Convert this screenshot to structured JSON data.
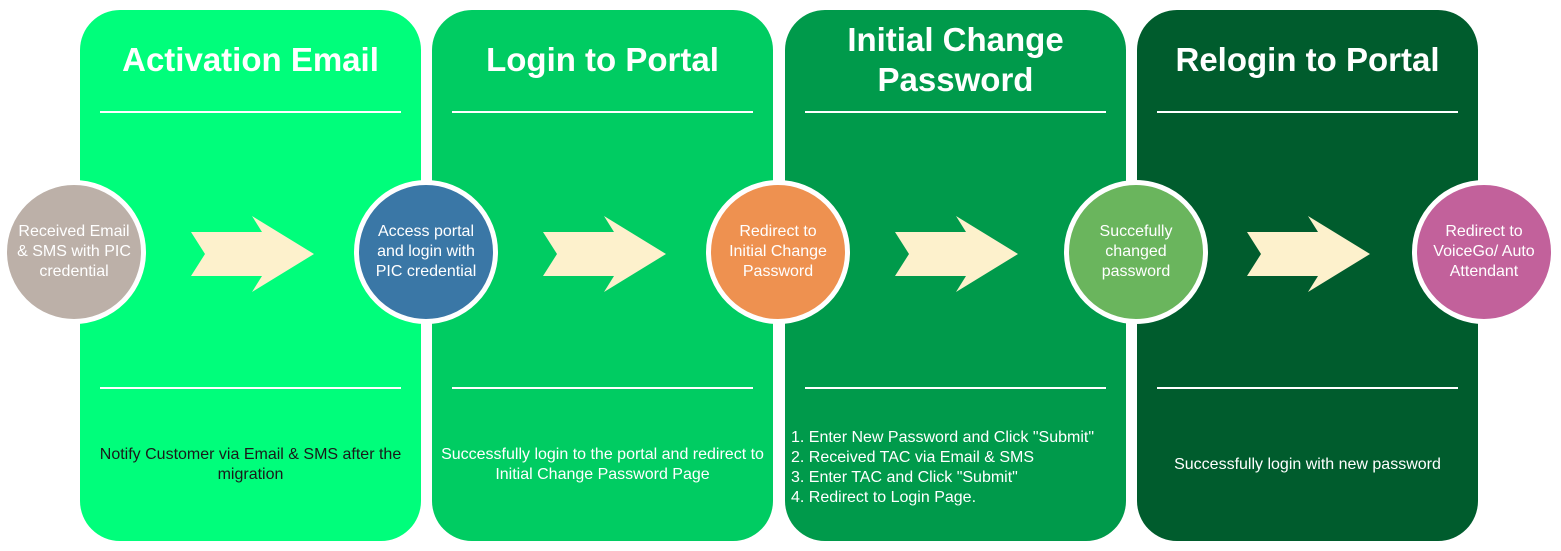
{
  "stages": [
    {
      "title": "Activation Email",
      "color": "#00fe7b",
      "description": "Notify Customer via  Email & SMS after the migration",
      "text_color": "#1a1a1a"
    },
    {
      "title": "Login to Portal",
      "color": "#00cc62",
      "description": "Successfully login to the portal and redirect to Initial Change Password Page",
      "text_color": "#ffffff"
    },
    {
      "title": "Initial Change Password",
      "color": "#009a4b",
      "steps": [
        "1. Enter New Password and Click \"Submit\"",
        "2. Received TAC via Email & SMS",
        "3. Enter TAC and Click \"Submit\"",
        "4. Redirect to Login Page."
      ],
      "text_color": "#ffffff"
    },
    {
      "title": "Relogin to Portal",
      "color": "#005c2d",
      "description": "Successfully login with new password",
      "text_color": "#ffffff"
    }
  ],
  "nodes": [
    {
      "label": "Received Email & SMS with PIC credential",
      "color": "#bcb0a8"
    },
    {
      "label": "Access portal and login with PIC credential",
      "color": "#3a77a6"
    },
    {
      "label": "Redirect to Initial Change Password",
      "color": "#ee9150"
    },
    {
      "label": "Succefully changed password",
      "color": "#6ab55d"
    },
    {
      "label": "Redirect to VoiceGo/ Auto Attendant",
      "color": "#c2619b"
    }
  ],
  "arrow_color": "#fdf1cc",
  "divider_color": "#ffffff"
}
